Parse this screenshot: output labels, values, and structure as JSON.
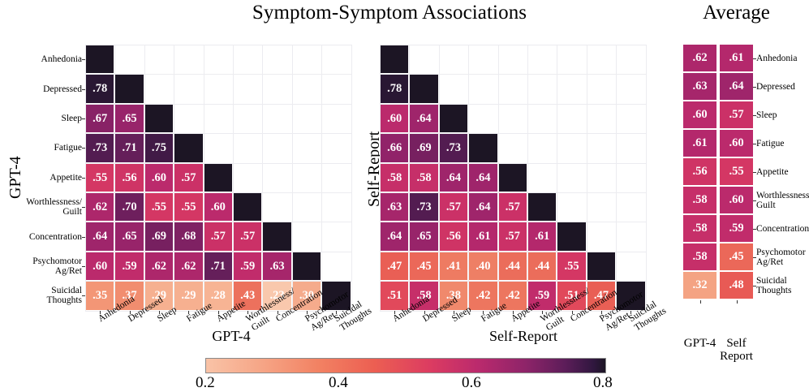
{
  "titles": {
    "main": "Symptom-Symptom Associations",
    "average": "Average"
  },
  "axis_titles": {
    "gpt4_x": "GPT-4",
    "gpt4_y": "GPT-4",
    "selfreport_x": "Self-Report",
    "selfreport_y": "Self-Report"
  },
  "symptoms": [
    {
      "line1": "Anhedonia",
      "line2": ""
    },
    {
      "line1": "Depressed",
      "line2": ""
    },
    {
      "line1": "Sleep",
      "line2": ""
    },
    {
      "line1": "Fatigue",
      "line2": ""
    },
    {
      "line1": "Appetite",
      "line2": ""
    },
    {
      "line1": "Worthlessness/",
      "line2": "Guilt"
    },
    {
      "line1": "Concentration",
      "line2": ""
    },
    {
      "line1": "Psychomotor",
      "line2": "Ag/Ret"
    },
    {
      "line1": "Suicidal",
      "line2": "Thoughts"
    }
  ],
  "average_columns": [
    {
      "line1": "GPT-4",
      "line2": ""
    },
    {
      "line1": "Self",
      "line2": "Report"
    }
  ],
  "colorbar": {
    "ticks": [
      "0.2",
      "0.4",
      "0.6",
      "0.8"
    ],
    "vmin": 0.2,
    "vmax": 0.8,
    "colormap": "rocket_r"
  },
  "chart_data": {
    "type": "heatmap",
    "title": "Symptom-Symptom Associations",
    "xlabel": "GPT-4 / Self-Report",
    "ylabel": "GPT-4 / Self-Report",
    "categories": [
      "Anhedonia",
      "Depressed",
      "Sleep",
      "Fatigue",
      "Appetite",
      "Worthlessness/Guilt",
      "Concentration",
      "Psychomotor Ag/Ret",
      "Suicidal Thoughts"
    ],
    "vmin": 0.2,
    "vmax": 0.8,
    "colormap": "rocket_r",
    "panels": [
      {
        "name": "GPT-4",
        "matrix": [
          [
            null,
            null,
            null,
            null,
            null,
            null,
            null,
            null,
            null
          ],
          [
            ".78",
            null,
            null,
            null,
            null,
            null,
            null,
            null,
            null
          ],
          [
            ".67",
            ".65",
            null,
            null,
            null,
            null,
            null,
            null,
            null
          ],
          [
            ".73",
            ".71",
            ".75",
            null,
            null,
            null,
            null,
            null,
            null
          ],
          [
            ".55",
            ".56",
            ".60",
            ".57",
            null,
            null,
            null,
            null,
            null
          ],
          [
            ".62",
            ".70",
            ".55",
            ".55",
            ".60",
            null,
            null,
            null,
            null
          ],
          [
            ".64",
            ".65",
            ".69",
            ".68",
            ".57",
            ".57",
            null,
            null,
            null
          ],
          [
            ".60",
            ".59",
            ".62",
            ".62",
            ".71",
            ".59",
            ".63",
            null,
            null
          ],
          [
            ".35",
            ".37",
            ".29",
            ".29",
            ".28",
            ".43",
            ".23",
            ".30",
            null
          ]
        ]
      },
      {
        "name": "Self-Report",
        "matrix": [
          [
            null,
            null,
            null,
            null,
            null,
            null,
            null,
            null,
            null
          ],
          [
            ".78",
            null,
            null,
            null,
            null,
            null,
            null,
            null,
            null
          ],
          [
            ".60",
            ".64",
            null,
            null,
            null,
            null,
            null,
            null,
            null
          ],
          [
            ".66",
            ".69",
            ".73",
            null,
            null,
            null,
            null,
            null,
            null
          ],
          [
            ".58",
            ".58",
            ".64",
            ".64",
            null,
            null,
            null,
            null,
            null
          ],
          [
            ".63",
            ".73",
            ".57",
            ".64",
            ".57",
            null,
            null,
            null,
            null
          ],
          [
            ".64",
            ".65",
            ".56",
            ".61",
            ".57",
            ".61",
            null,
            null,
            null
          ],
          [
            ".47",
            ".45",
            ".41",
            ".40",
            ".44",
            ".44",
            ".55",
            null,
            null
          ],
          [
            ".51",
            ".58",
            ".38",
            ".42",
            ".42",
            ".59",
            ".51",
            ".47",
            null
          ]
        ]
      }
    ],
    "average_panel": {
      "title": "Average",
      "columns": [
        "GPT-4",
        "Self Report"
      ],
      "rows": [
        "Anhedonia",
        "Depressed",
        "Sleep",
        "Fatigue",
        "Appetite",
        "Worthlessness/Guilt",
        "Concentration",
        "Psychomotor Ag/Ret",
        "Suicidal Thoughts"
      ],
      "values": [
        [
          ".62",
          ".61"
        ],
        [
          ".63",
          ".64"
        ],
        [
          ".60",
          ".57"
        ],
        [
          ".61",
          ".60"
        ],
        [
          ".56",
          ".55"
        ],
        [
          ".58",
          ".60"
        ],
        [
          ".58",
          ".59"
        ],
        [
          ".58",
          ".45"
        ],
        [
          ".32",
          ".48"
        ]
      ]
    }
  }
}
